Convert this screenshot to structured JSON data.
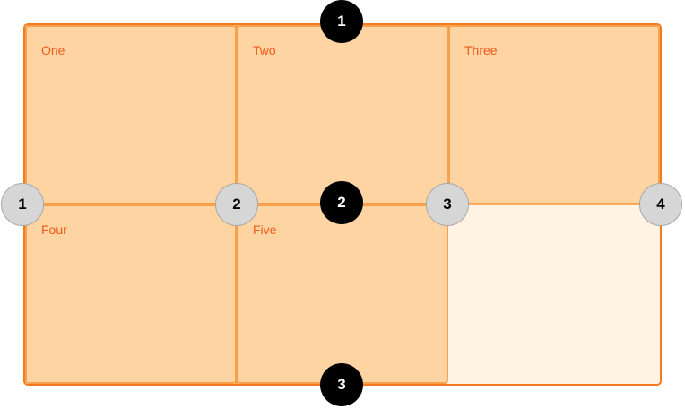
{
  "cells": {
    "one": "One",
    "two": "Two",
    "three": "Three",
    "four": "Four",
    "five": "Five"
  },
  "column_line_markers": [
    "1",
    "2",
    "3",
    "4"
  ],
  "row_line_markers": [
    "1",
    "2",
    "3"
  ],
  "colors": {
    "container_border": "#f27b20",
    "container_fill": "#fff3e3",
    "cell_fill": "#fdd4a2",
    "cell_border": "#f7a24a",
    "label_text": "#f05a1a",
    "column_marker_fill": "#d6d6d6",
    "row_marker_fill": "#000000"
  }
}
